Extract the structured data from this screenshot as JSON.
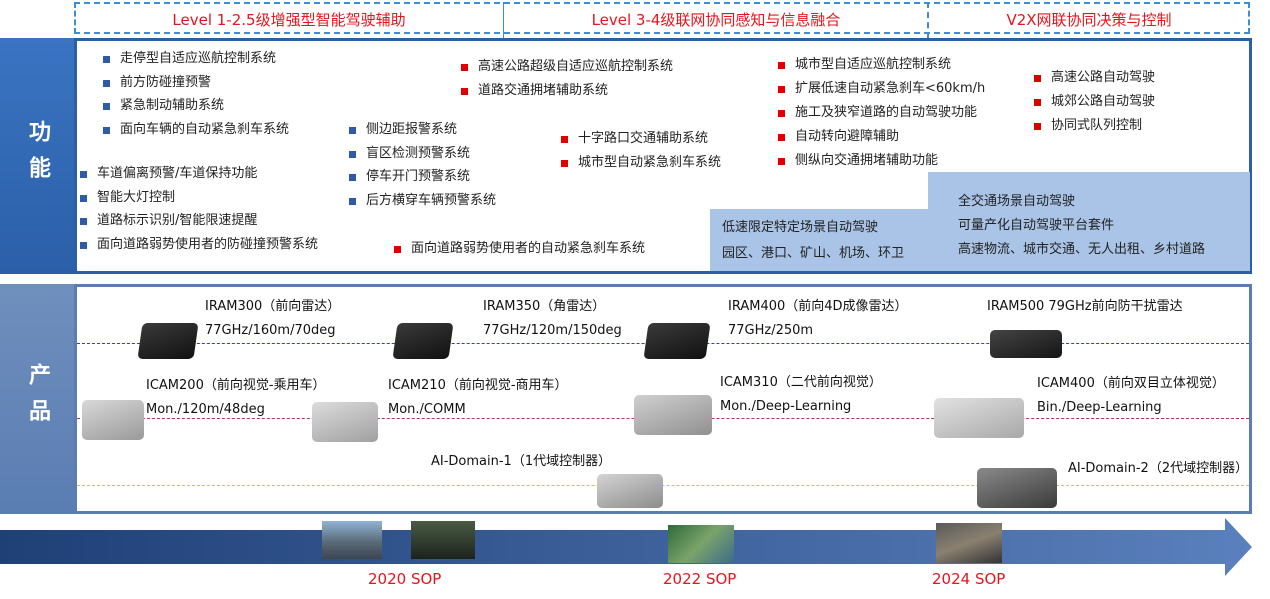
{
  "header": {
    "phase1": "Level 1-2.5级增强型智能驾驶辅助",
    "phase2": "Level 3-4级联网协同感知与信息融合",
    "phase3": "V2X网联协同决策与控制"
  },
  "side_labels": {
    "function": "功能",
    "product": "产品"
  },
  "functions": {
    "col1_blue_a": [
      "走停型自适应巡航控制系统",
      "前方防碰撞预警",
      "紧急制动辅助系统",
      "面向车辆的自动紧急刹车系统"
    ],
    "col1_blue_b": [
      "车道偏离预警/车道保持功能",
      "智能大灯控制",
      "道路标示识别/智能限速提醒",
      "面向道路弱势使用者的防碰撞预警系统"
    ],
    "col2_blue": [
      "侧边距报警系统",
      "盲区检测预警系统",
      "停车开门预警系统",
      "后方横穿车辆预警系统"
    ],
    "red_weak_users": "面向道路弱势使用者的自动紧急刹车系统",
    "col3_red_a": [
      "高速公路超级自适应巡航控制系统",
      "道路交通拥堵辅助系统"
    ],
    "col3_red_b": [
      "十字路口交通辅助系统",
      "城市型自动紧急刹车系统"
    ],
    "col4_red": [
      "城市型自适应巡航控制系统",
      "扩展低速自动紧急刹车<60km/h",
      "施工及狭窄道路的自动驾驶功能",
      "自动转向避障辅助",
      "侧纵向交通拥堵辅助功能"
    ],
    "col5_red": [
      "高速公路自动驾驶",
      "城郊公路自动驾驶",
      "协同式队列控制"
    ],
    "box_low_speed": [
      "低速限定特定场景自动驾驶",
      "园区、港口、矿山、机场、环卫"
    ],
    "box_full": [
      "全交通场景自动驾驶",
      "可量产化自动驾驶平台套件",
      "高速物流、城市交通、无人出租、乡村道路"
    ]
  },
  "products": [
    {
      "name": "IRAM300（前向雷达）",
      "spec": "77GHz/160m/70deg"
    },
    {
      "name": "IRAM350（角雷达）",
      "spec": "77GHz/120m/150deg"
    },
    {
      "name": "IRAM400（前向4D成像雷达）",
      "spec": "77GHz/250m"
    },
    {
      "name": "IRAM500 79GHz前向防干扰雷达",
      "spec": ""
    },
    {
      "name": "ICAM200（前向视觉-乘用车）",
      "spec": "Mon./120m/48deg"
    },
    {
      "name": "ICAM210（前向视觉-商用车）",
      "spec": "Mon./COMM"
    },
    {
      "name": "ICAM310（二代前向视觉）",
      "spec": "Mon./Deep-Learning"
    },
    {
      "name": "ICAM400（前向双目立体视觉）",
      "spec": "Bin./Deep-Learning"
    },
    {
      "name": "AI-Domain-1（1代域控制器）",
      "spec": ""
    },
    {
      "name": "AI-Domain-2（2代域控制器）",
      "spec": ""
    }
  ],
  "timeline": [
    "2020 SOP",
    "2022 SOP",
    "2024 SOP"
  ],
  "colors": {
    "accent_blue": "#2b5fa8",
    "red": "#e8141c",
    "box_blue": "#a9c4e6",
    "arrow": "#2e5aa0"
  }
}
